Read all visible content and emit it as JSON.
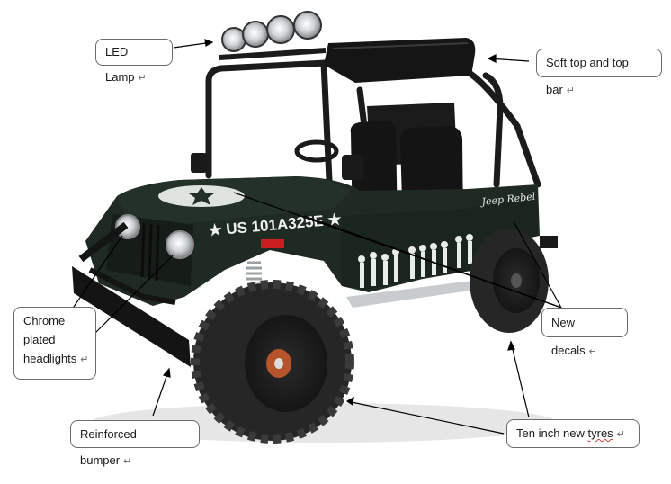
{
  "callouts": {
    "led_lamp": "LED Lamp",
    "soft_top": "Soft top and top bar",
    "chrome_lines": [
      "Chrome",
      "plated",
      "headlights"
    ],
    "new_decals": "New decals",
    "bumper": "Reinforced bumper",
    "tyres_pre": "Ten inch new ",
    "tyres_word": "tyres",
    "return_mark": "↵"
  },
  "decals": {
    "plate": "★ US 101A325E ★",
    "signature": "Jeep Rebel"
  },
  "colors": {
    "body": "#1e2a22",
    "tire": "#262626",
    "chrome": "#c9ccce",
    "accent_red": "#c81e1e"
  }
}
